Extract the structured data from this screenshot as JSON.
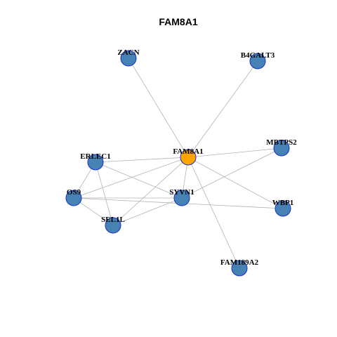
{
  "title": "FAM8A1",
  "colors": {
    "center_node": "#ffa500",
    "node": "#4682b4",
    "node_border": "#1a2fc7",
    "edge": "#b3b3b3"
  },
  "nodes": [
    {
      "id": "FAM8A1",
      "label": "FAM8A1",
      "center": true
    },
    {
      "id": "ZACN",
      "label": "ZACN"
    },
    {
      "id": "B4GALT3",
      "label": "B4GALT3"
    },
    {
      "id": "MBTPS2",
      "label": "MBTPS2"
    },
    {
      "id": "ERLEC1",
      "label": "ERLEC1"
    },
    {
      "id": "OS9",
      "label": "OS9"
    },
    {
      "id": "SYVN1",
      "label": "SYVN1"
    },
    {
      "id": "SEL1L",
      "label": "SEL1L"
    },
    {
      "id": "WBP1",
      "label": "WBP1"
    },
    {
      "id": "FAM189A2",
      "label": "FAM189A2"
    }
  ],
  "edges": [
    [
      "FAM8A1",
      "ZACN"
    ],
    [
      "FAM8A1",
      "B4GALT3"
    ],
    [
      "FAM8A1",
      "MBTPS2"
    ],
    [
      "FAM8A1",
      "ERLEC1"
    ],
    [
      "FAM8A1",
      "OS9"
    ],
    [
      "FAM8A1",
      "SYVN1"
    ],
    [
      "FAM8A1",
      "SEL1L"
    ],
    [
      "FAM8A1",
      "WBP1"
    ],
    [
      "FAM8A1",
      "FAM189A2"
    ],
    [
      "ERLEC1",
      "OS9"
    ],
    [
      "ERLEC1",
      "SEL1L"
    ],
    [
      "ERLEC1",
      "SYVN1"
    ],
    [
      "OS9",
      "SEL1L"
    ],
    [
      "OS9",
      "SYVN1"
    ],
    [
      "OS9",
      "WBP1"
    ],
    [
      "SEL1L",
      "SYVN1"
    ],
    [
      "SYVN1",
      "MBTPS2"
    ]
  ]
}
